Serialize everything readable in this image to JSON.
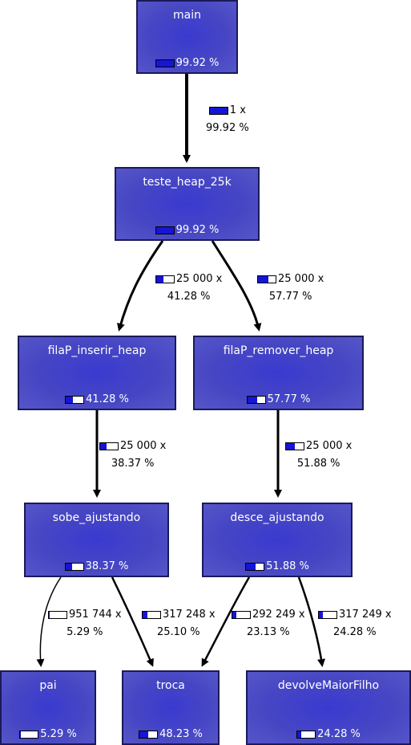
{
  "colors": {
    "node_fill": "#4646c4",
    "bar_fill": "#1515d8",
    "edge": "#000000"
  },
  "nodes": {
    "main": {
      "name": "main",
      "cost": "99.92 %",
      "frac": 0.9992
    },
    "teste_heap_25k": {
      "name": "teste_heap_25k",
      "cost": "99.92 %",
      "frac": 0.9992
    },
    "filaP_inserir_heap": {
      "name": "filaP_inserir_heap",
      "cost": "41.28 %",
      "frac": 0.4128
    },
    "filaP_remover_heap": {
      "name": "filaP_remover_heap",
      "cost": "57.77 %",
      "frac": 0.5777
    },
    "sobe_ajustando": {
      "name": "sobe_ajustando",
      "cost": "38.37 %",
      "frac": 0.3837
    },
    "desce_ajustando": {
      "name": "desce_ajustando",
      "cost": "51.88 %",
      "frac": 0.5188
    },
    "pai": {
      "name": "pai",
      "cost": "5.29 %",
      "frac": 0.0529
    },
    "troca": {
      "name": "troca",
      "cost": "48.23 %",
      "frac": 0.4823
    },
    "devolveMaiorFilho": {
      "name": "devolveMaiorFilho",
      "cost": "24.28 %",
      "frac": 0.2428
    }
  },
  "edges": [
    {
      "from": "main",
      "to": "teste_heap_25k",
      "calls": "1 x",
      "cost": "99.92 %",
      "frac": 0.9992
    },
    {
      "from": "teste_heap_25k",
      "to": "filaP_inserir_heap",
      "calls": "25 000 x",
      "cost": "41.28 %",
      "frac": 0.4128
    },
    {
      "from": "teste_heap_25k",
      "to": "filaP_remover_heap",
      "calls": "25 000 x",
      "cost": "57.77 %",
      "frac": 0.5777
    },
    {
      "from": "filaP_inserir_heap",
      "to": "sobe_ajustando",
      "calls": "25 000 x",
      "cost": "38.37 %",
      "frac": 0.3837
    },
    {
      "from": "filaP_remover_heap",
      "to": "desce_ajustando",
      "calls": "25 000 x",
      "cost": "51.88 %",
      "frac": 0.5188
    },
    {
      "from": "sobe_ajustando",
      "to": "pai",
      "calls": "951 744 x",
      "cost": "5.29 %",
      "frac": 0.0529
    },
    {
      "from": "sobe_ajustando",
      "to": "troca",
      "calls": "317 248 x",
      "cost": "25.10 %",
      "frac": 0.251
    },
    {
      "from": "desce_ajustando",
      "to": "troca",
      "calls": "292 249 x",
      "cost": "23.13 %",
      "frac": 0.2313
    },
    {
      "from": "desce_ajustando",
      "to": "devolveMaiorFilho",
      "calls": "317 249 x",
      "cost": "24.28 %",
      "frac": 0.2428
    }
  ]
}
